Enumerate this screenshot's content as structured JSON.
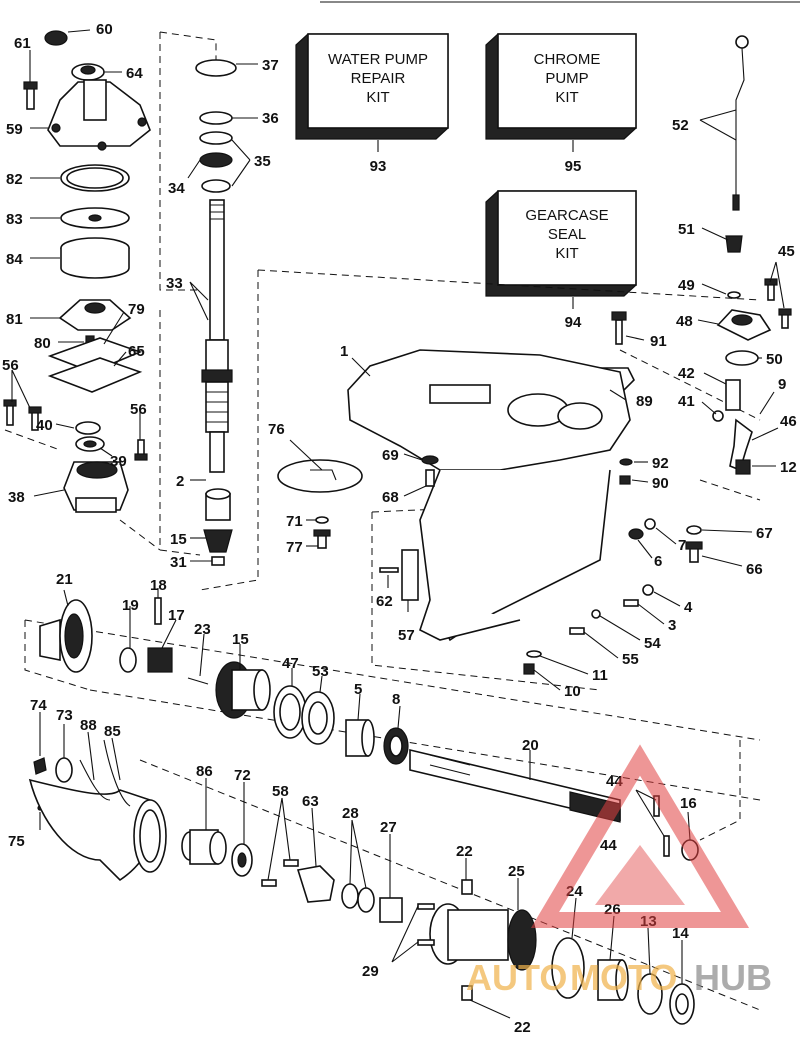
{
  "kits": [
    {
      "lines": [
        "WATER PUMP",
        "REPAIR",
        "KIT"
      ],
      "number": "93"
    },
    {
      "lines": [
        "CHROME",
        "PUMP",
        "KIT"
      ],
      "number": "95"
    },
    {
      "lines": [
        "GEARCASE",
        "SEAL",
        "KIT"
      ],
      "number": "94"
    }
  ],
  "part_labels": [
    "60",
    "61",
    "64",
    "37",
    "59",
    "36",
    "35",
    "34",
    "82",
    "83",
    "84",
    "33",
    "81",
    "79",
    "80",
    "65",
    "56",
    "40",
    "39",
    "56",
    "38",
    "2",
    "15",
    "31",
    "76",
    "69",
    "68",
    "71",
    "77",
    "1",
    "89",
    "91",
    "92",
    "90",
    "62",
    "57",
    "52",
    "51",
    "49",
    "45",
    "48",
    "50",
    "42",
    "9",
    "41",
    "46",
    "12",
    "67",
    "7",
    "6",
    "66",
    "4",
    "3",
    "54",
    "55",
    "11",
    "10",
    "21",
    "19",
    "18",
    "17",
    "23",
    "15",
    "47",
    "53",
    "5",
    "8",
    "20",
    "74",
    "73",
    "88",
    "85",
    "75",
    "86",
    "72",
    "58",
    "63",
    "28",
    "27",
    "22",
    "25",
    "24",
    "26",
    "13",
    "14",
    "44",
    "44",
    "16",
    "29",
    "22"
  ],
  "watermark": {
    "part1": "AUTO",
    "part2": "MOTO",
    "part3": "HUB"
  }
}
